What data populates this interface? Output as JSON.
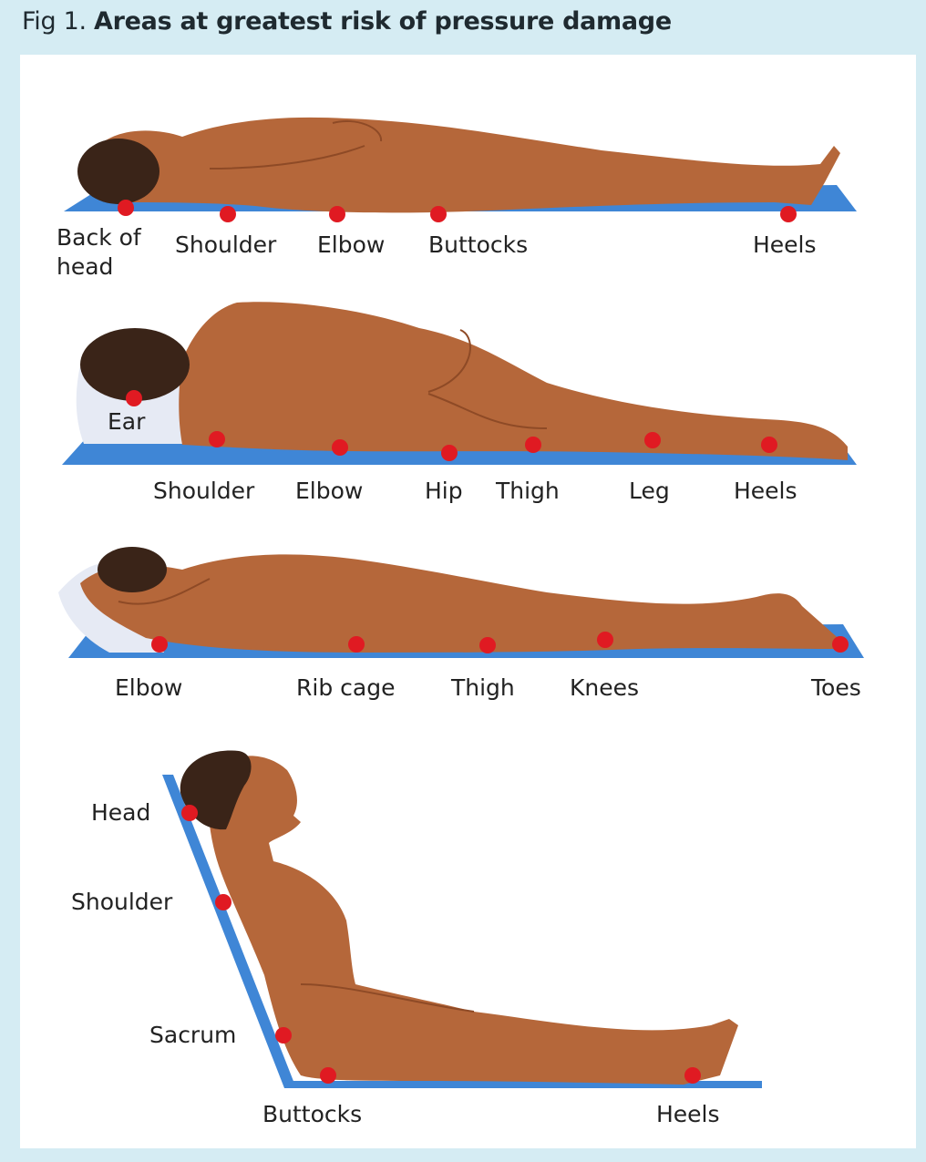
{
  "header": {
    "fig_prefix": "Fig 1.",
    "title": "Areas at greatest risk of pressure damage"
  },
  "colors": {
    "background": "#d5ecf3",
    "panel": "#ffffff",
    "skin": "#b5673a",
    "skin_dark": "#8e4a26",
    "hair": "#3a2418",
    "mattress": "#3f86d6",
    "pillow": "#e6eaf4",
    "pressure_point": "#e01a22"
  },
  "positions": {
    "supine": {
      "labels": {
        "back_of_head_1": "Back of",
        "back_of_head_2": "head",
        "shoulder": "Shoulder",
        "elbow": "Elbow",
        "buttocks": "Buttocks",
        "heels": "Heels"
      }
    },
    "side": {
      "labels": {
        "ear": "Ear",
        "shoulder": "Shoulder",
        "elbow": "Elbow",
        "hip": "Hip",
        "thigh": "Thigh",
        "leg": "Leg",
        "heels": "Heels"
      }
    },
    "prone": {
      "labels": {
        "elbow": "Elbow",
        "rib_cage": "Rib cage",
        "thigh": "Thigh",
        "knees": "Knees",
        "toes": "Toes"
      }
    },
    "seated": {
      "labels": {
        "head": "Head",
        "shoulder": "Shoulder",
        "sacrum": "Sacrum",
        "buttocks": "Buttocks",
        "heels": "Heels"
      }
    }
  }
}
